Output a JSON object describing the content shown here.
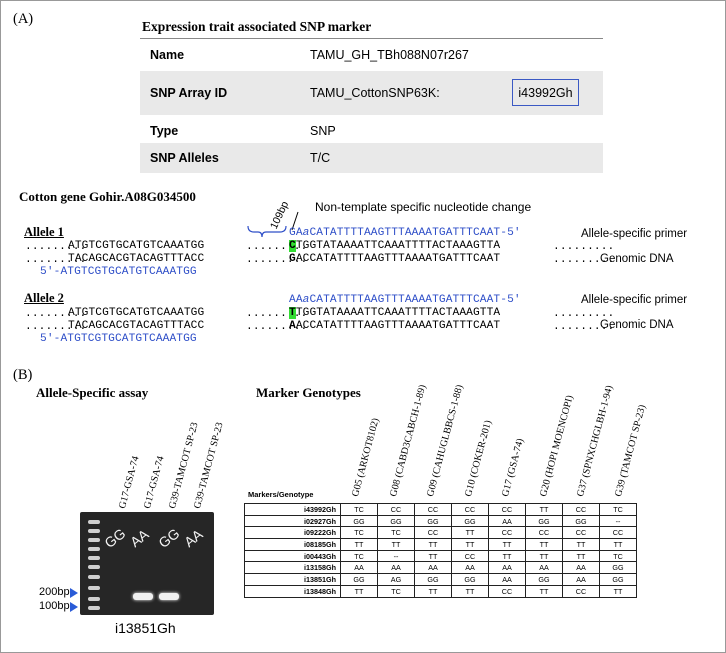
{
  "panel_a": {
    "label": "(A)",
    "table_title": "Expression trait associated SNP marker",
    "rows": [
      {
        "key": "Name",
        "value": "TAMU_GH_TBh088N07r267"
      },
      {
        "key": "SNP Array ID",
        "value": "TAMU_CottonSNP63K:",
        "boxed": "i43992Gh"
      },
      {
        "key": "Type",
        "value": "SNP"
      },
      {
        "key": "SNP Alleles",
        "value": "T/C"
      }
    ],
    "gene_title": "Cotton gene Gohir.A08G034500",
    "bp_label": "109bp",
    "annotation": "Non-template specific nucleotide change",
    "allele1": {
      "label": "Allele 1",
      "primer_tail": "GA",
      "primer_mod": "a",
      "primer_rest": "CATATTTTAAGTTTAAAATGATTTCAAT-5'",
      "primer_label": "Allele-specific primer",
      "top_left": "ATGTCGTGCATGTCAAATGG",
      "top_snp": "C",
      "top_right": "TGGTATAAAATTCAAATTTTACTAAAGTTA",
      "bottom_left": "TACAGCACGTACAGTTTACC",
      "bottom_snp": "G",
      "bottom_right": "ACCATATTTTAAGTTTAAAATGATTTCAAT",
      "genomic_label": "Genomic DNA",
      "rev_primer": "5'-ATGTCGTGCATGTCAAATGG"
    },
    "allele2": {
      "label": "Allele 2",
      "primer_tail": "AA",
      "primer_mod": "a",
      "primer_rest": "CATATTTTAAGTTTAAAATGATTTCAAT-5'",
      "primer_label": "Allele-specific primer",
      "top_left": "ATGTCGTGCATGTCAAATGG",
      "top_snp": "T",
      "top_right": "TGGTATAAAATTCAAATTTTACTAAAGTTA",
      "bottom_left": "TACAGCACGTACAGTTTACC",
      "bottom_snp": "A",
      "bottom_right": "ACCATATTTTAAGTTTAAAATGATTTCAAT",
      "genomic_label": "Genomic DNA",
      "rev_primer": "5'-ATGTCGTGCATGTCAAATGG"
    },
    "dots": "........."
  },
  "panel_b": {
    "label": "(B)",
    "assay_title": "Allele-Specific assay",
    "lanes": [
      "G17-GSA-74",
      "G17-GSA-74",
      "G39-TAMCOT SP-23",
      "G39-TAMCOT SP-23"
    ],
    "gel_calls": [
      "GG",
      "AA",
      "GG",
      "AA"
    ],
    "band_present": [
      false,
      true,
      true,
      false
    ],
    "size_200": "200bp",
    "size_100": "100bp",
    "marker_caption": "i13851Gh",
    "genotype_title": "Marker Genotypes",
    "corner": "Markers/Genotype",
    "genotypes": [
      "G05 (ARKOT8102)",
      "G08 (CABD3CABCH-1-89)",
      "G09 (CAHUGLBBCS-1-88)",
      "G10 (COKER-201)",
      "G17 (GSA-74)",
      "G20 (HOPI MOENCOPI)",
      "G37 (SPNXCHGLBH-1-94)",
      "G39 (TAMCOT SP-23)"
    ],
    "markers": [
      {
        "name": "i43992Gh",
        "calls": [
          "TC",
          "CC",
          "CC",
          "CC",
          "CC",
          "TT",
          "CC",
          "TC"
        ]
      },
      {
        "name": "i02927Gh",
        "calls": [
          "GG",
          "GG",
          "GG",
          "GG",
          "AA",
          "GG",
          "GG",
          "--"
        ]
      },
      {
        "name": "i09222Gh",
        "calls": [
          "TC",
          "TC",
          "CC",
          "TT",
          "CC",
          "CC",
          "CC",
          "CC"
        ]
      },
      {
        "name": "i08185Gh",
        "calls": [
          "TT",
          "TT",
          "TT",
          "TT",
          "TT",
          "TT",
          "TT",
          "TT"
        ]
      },
      {
        "name": "i00443Gh",
        "calls": [
          "TC",
          "--",
          "TT",
          "CC",
          "TT",
          "TT",
          "TT",
          "TC"
        ]
      },
      {
        "name": "i13158Gh",
        "calls": [
          "AA",
          "AA",
          "AA",
          "AA",
          "AA",
          "AA",
          "AA",
          "GG"
        ]
      },
      {
        "name": "i13851Gh",
        "calls": [
          "GG",
          "AG",
          "GG",
          "GG",
          "AA",
          "GG",
          "AA",
          "GG"
        ]
      },
      {
        "name": "i13848Gh",
        "calls": [
          "TT",
          "TC",
          "TT",
          "TT",
          "CC",
          "TT",
          "CC",
          "TT"
        ]
      }
    ]
  },
  "colors": {
    "primer_blue": "#2f4fc8",
    "snp_highlight": "#33dd33",
    "box_blue": "#3b59c4",
    "gel": "#262626",
    "arrow_blue": "#2a5bd7"
  }
}
